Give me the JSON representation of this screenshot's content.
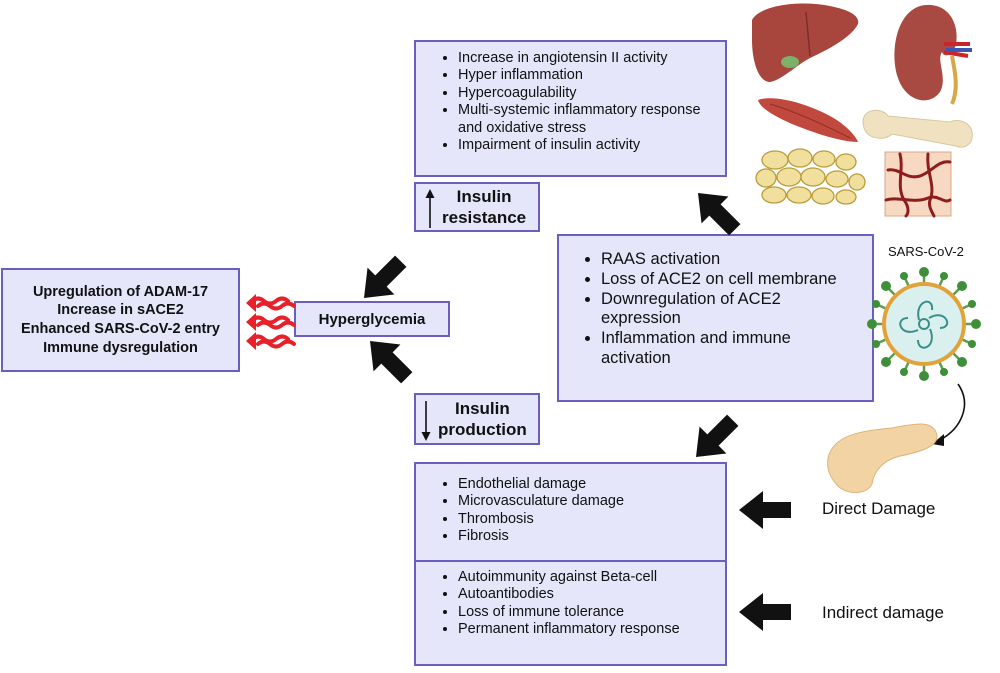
{
  "left_box": {
    "lines": [
      "Upregulation of ADAM-17",
      "Increase in sACE2",
      "Enhanced SARS-CoV-2 entry",
      "Immune dysregulation"
    ]
  },
  "hyperglycemia": {
    "label": "Hyperglycemia"
  },
  "insulin_resistance": {
    "line1": "Insulin",
    "line2": "resistance"
  },
  "insulin_production": {
    "line1": "Insulin",
    "line2": "production"
  },
  "top_box": {
    "items": [
      "Increase in angiotensin II activity",
      "Hyper inflammation",
      "Hypercoagulability",
      "Multi-systemic inflammatory response and oxidative stress",
      "Impairment of insulin activity"
    ]
  },
  "middle_box": {
    "items": [
      "RAAS activation",
      "Loss of ACE2 on cell membrane",
      "Downregulation of ACE2 expression",
      "Inflammation and immune activation"
    ]
  },
  "bottom_box_direct": {
    "items": [
      "Endothelial damage",
      "Microvasculature damage",
      "Thrombosis",
      "Fibrosis"
    ]
  },
  "bottom_box_indirect": {
    "items": [
      "Autoimmunity against Beta-cell",
      "Autoantibodies",
      "Loss of immune tolerance",
      "Permanent inflammatory response"
    ]
  },
  "labels": {
    "sars_cov_2": "SARS-CoV-2",
    "direct_damage": "Direct Damage",
    "indirect_damage": "Indirect damage"
  },
  "icons": [
    "liver-icon",
    "kidney-icon",
    "muscle-icon",
    "bone-icon",
    "adipose-tissue-icon",
    "vasculature-icon",
    "sars-cov-2-virus-icon",
    "pancreas-icon",
    "red-wave-arrows-icon"
  ],
  "colors": {
    "box_fill": "#e6e6fb",
    "box_border": "#6a5fbf",
    "wave_red": "#e8202a"
  }
}
